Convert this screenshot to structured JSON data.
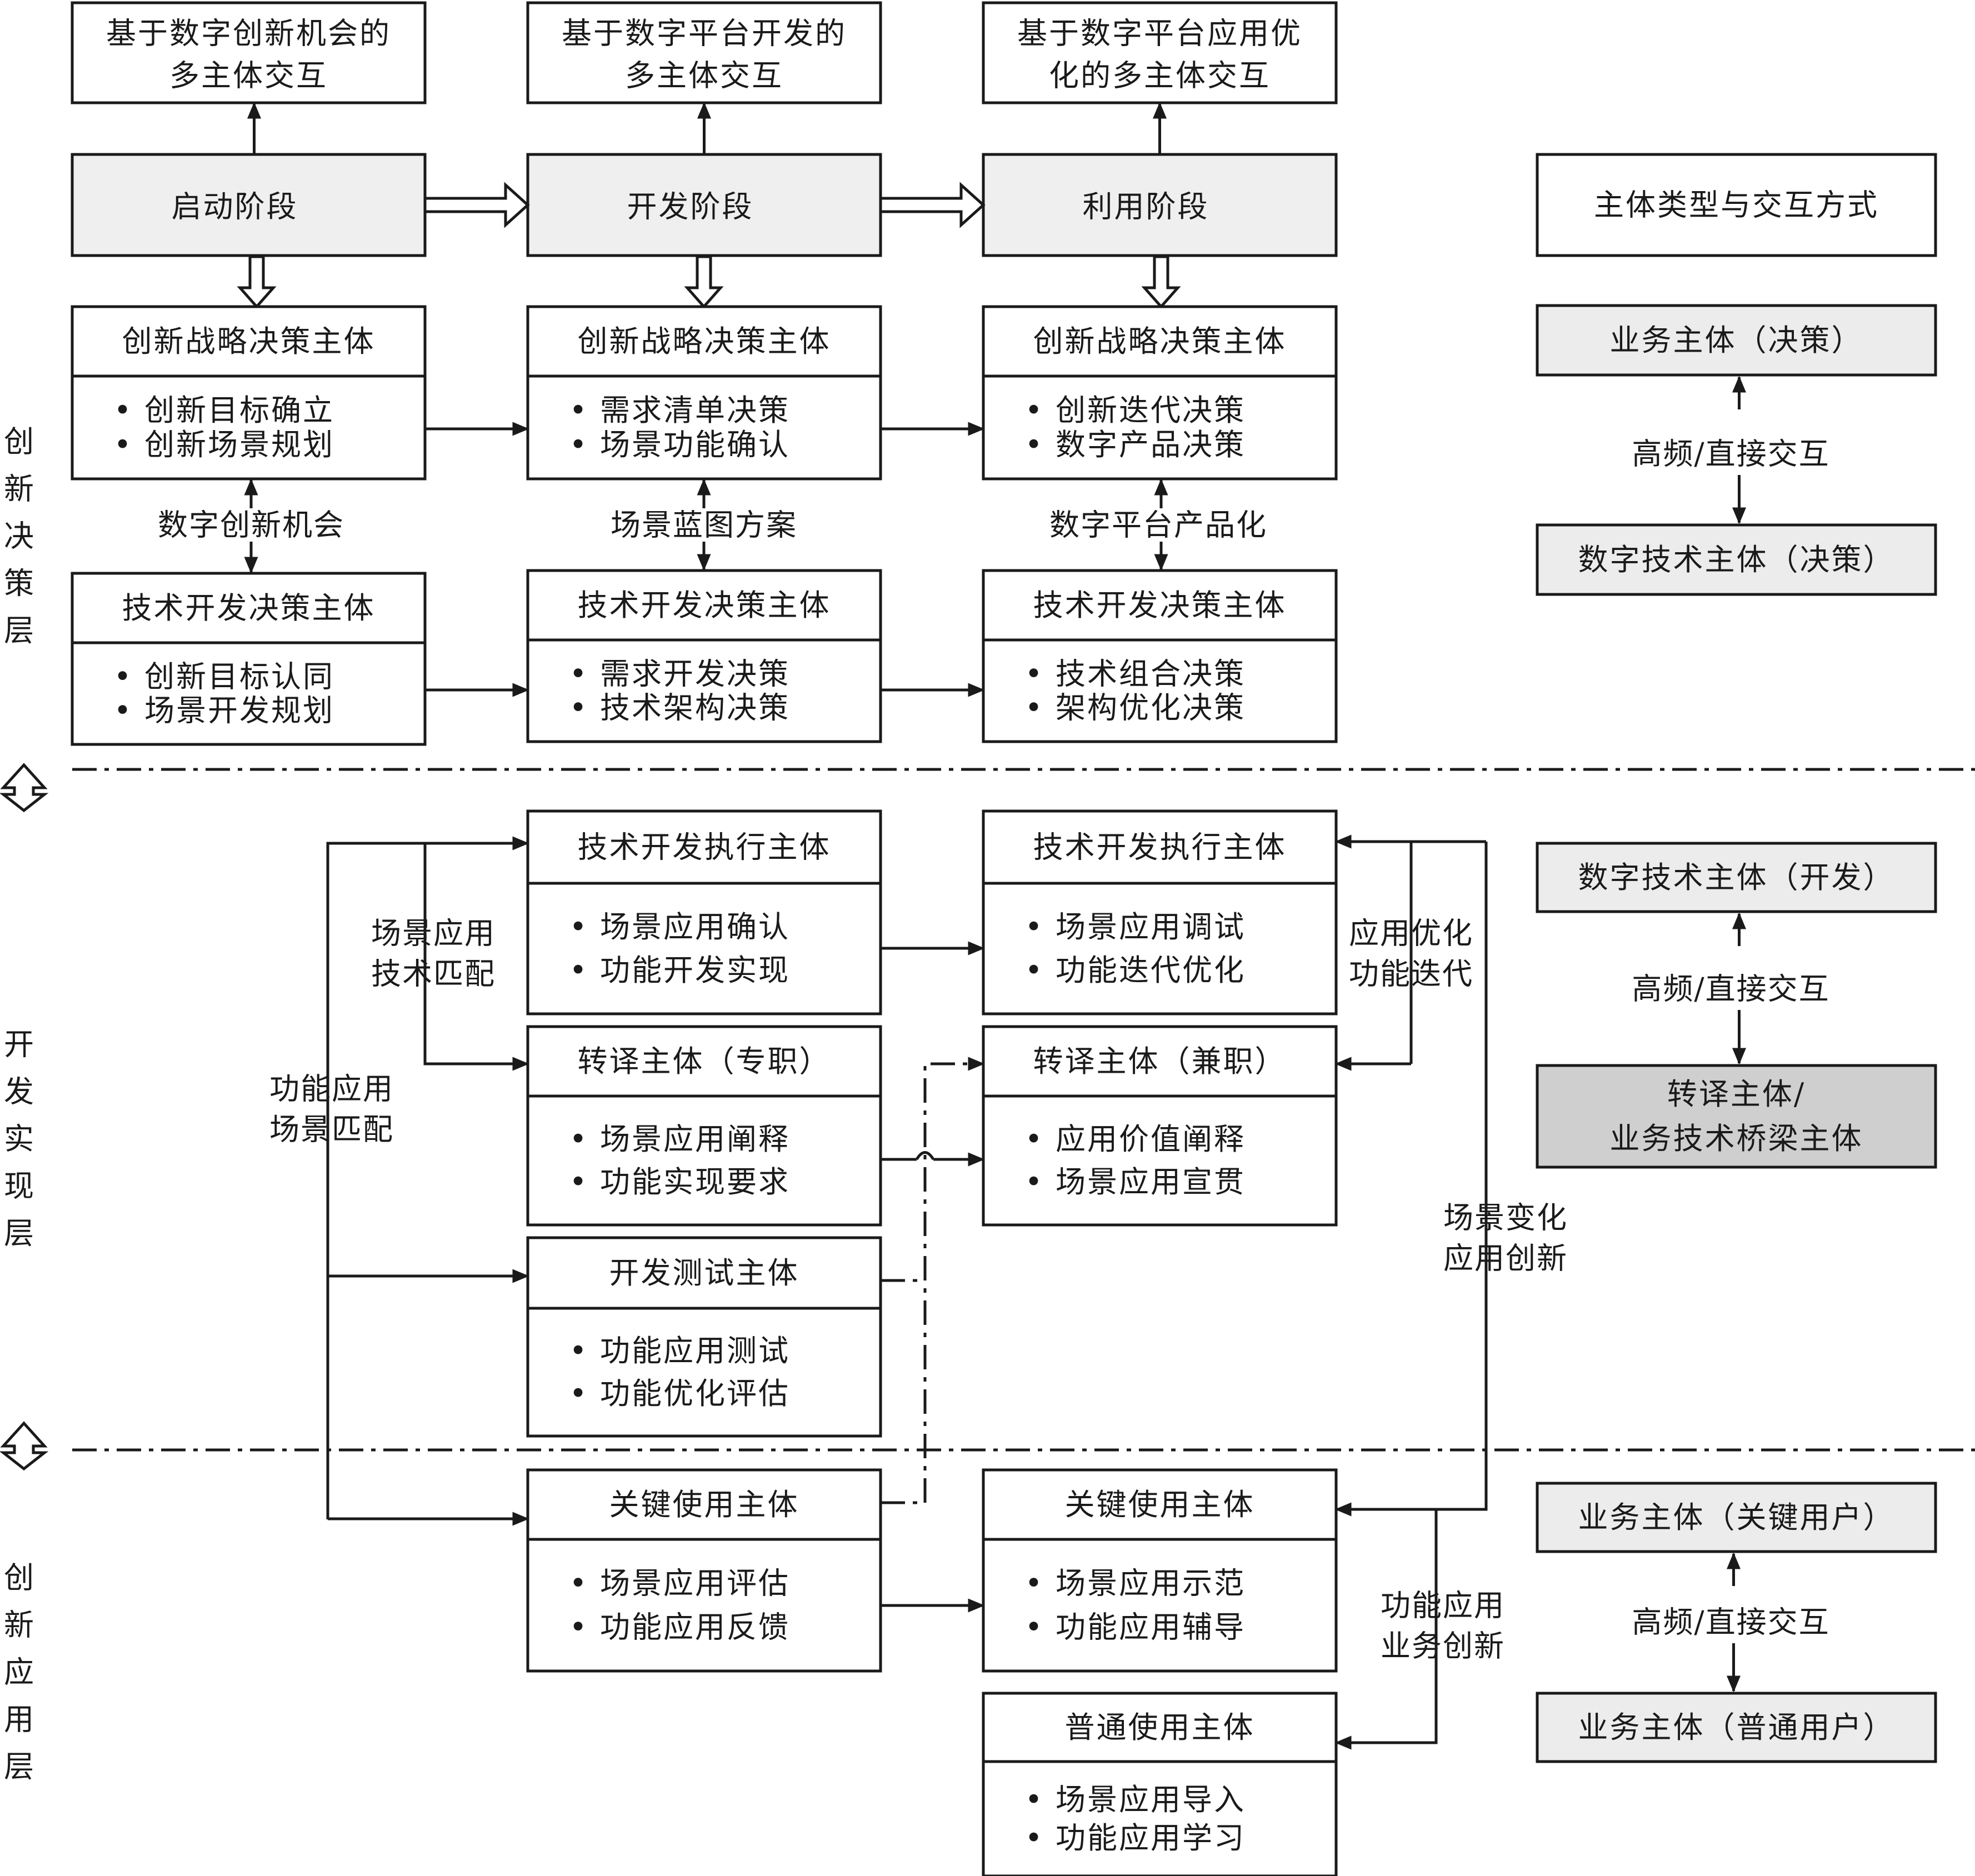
{
  "stage_goals": [
    {
      "lines": [
        "基于数字创新机会的",
        "多主体交互"
      ]
    },
    {
      "lines": [
        "基于数字平台开发的",
        "多主体交互"
      ]
    },
    {
      "lines": [
        "基于数字平台应用优",
        "化的多主体交互"
      ]
    }
  ],
  "stages": [
    "启动阶段",
    "开发阶段",
    "利用阶段"
  ],
  "layers": [
    {
      "chars": [
        "创",
        "新",
        "决",
        "策",
        "层"
      ]
    },
    {
      "chars": [
        "开",
        "发",
        "实",
        "现",
        "层"
      ]
    },
    {
      "chars": [
        "创",
        "新",
        "应",
        "用",
        "层"
      ]
    }
  ],
  "bullet": "•",
  "decision": {
    "strategy": [
      {
        "title": "创新战略决策主体",
        "items": [
          "创新目标确立",
          "创新场景规划"
        ]
      },
      {
        "title": "创新战略决策主体",
        "items": [
          "需求清单决策",
          "场景功能确认"
        ]
      },
      {
        "title": "创新战略决策主体",
        "items": [
          "创新迭代决策",
          "数字产品决策"
        ]
      }
    ],
    "links": [
      "数字创新机会",
      "场景蓝图方案",
      "数字平台产品化"
    ],
    "tech": [
      {
        "title": "技术开发决策主体",
        "items": [
          "创新目标认同",
          "场景开发规划"
        ]
      },
      {
        "title": "技术开发决策主体",
        "items": [
          "需求开发决策",
          "技术架构决策"
        ]
      },
      {
        "title": "技术开发决策主体",
        "items": [
          "技术组合决策",
          "架构优化决策"
        ]
      }
    ]
  },
  "development": {
    "exec_dev": {
      "title": "技术开发执行主体",
      "items": [
        "场景应用确认",
        "功能开发实现"
      ]
    },
    "exec_use": {
      "title": "技术开发执行主体",
      "items": [
        "场景应用调试",
        "功能迭代优化"
      ]
    },
    "trans_full": {
      "title": "转译主体（专职）",
      "items": [
        "场景应用阐释",
        "功能实现要求"
      ]
    },
    "trans_part": {
      "title": "转译主体（兼职）",
      "items": [
        "应用价值阐释",
        "场景应用宣贯"
      ]
    },
    "test": {
      "title": "开发测试主体",
      "items": [
        "功能应用测试",
        "功能优化评估"
      ]
    },
    "labels": {
      "scene_tech": [
        "场景应用",
        "技术匹配"
      ],
      "func_scene": [
        "功能应用",
        "场景匹配"
      ],
      "optimize": [
        "应用优化",
        "功能迭代"
      ],
      "scene_change": [
        "场景变化",
        "应用创新"
      ]
    }
  },
  "application": {
    "key_dev": {
      "title": "关键使用主体",
      "items": [
        "场景应用评估",
        "功能应用反馈"
      ]
    },
    "key_use": {
      "title": "关键使用主体",
      "items": [
        "场景应用示范",
        "功能应用辅导"
      ]
    },
    "normal": {
      "title": "普通使用主体",
      "items": [
        "场景应用导入",
        "功能应用学习"
      ]
    },
    "labels": {
      "func_biz": [
        "功能应用",
        "业务创新"
      ]
    }
  },
  "legend": {
    "title": "主体类型与交互方式",
    "groups": [
      {
        "top": "业务主体（决策）",
        "link": "高频/直接交互",
        "bottom": [
          "数字技术主体（决策）"
        ]
      },
      {
        "top": "数字技术主体（开发）",
        "link": "高频/直接交互",
        "bottom": [
          "转译主体/",
          "业务技术桥梁主体"
        ]
      },
      {
        "top": "业务主体（关键用户）",
        "link": "高频/直接交互",
        "bottom": [
          "业务主体（普通用户）"
        ]
      }
    ]
  },
  "colors": {
    "stage_fill": "#efefef",
    "legend_fill": "#ececec",
    "bridge_fill": "#cfcfcf",
    "box_fill": "#ffffff",
    "stroke": "#1a1a1a"
  }
}
